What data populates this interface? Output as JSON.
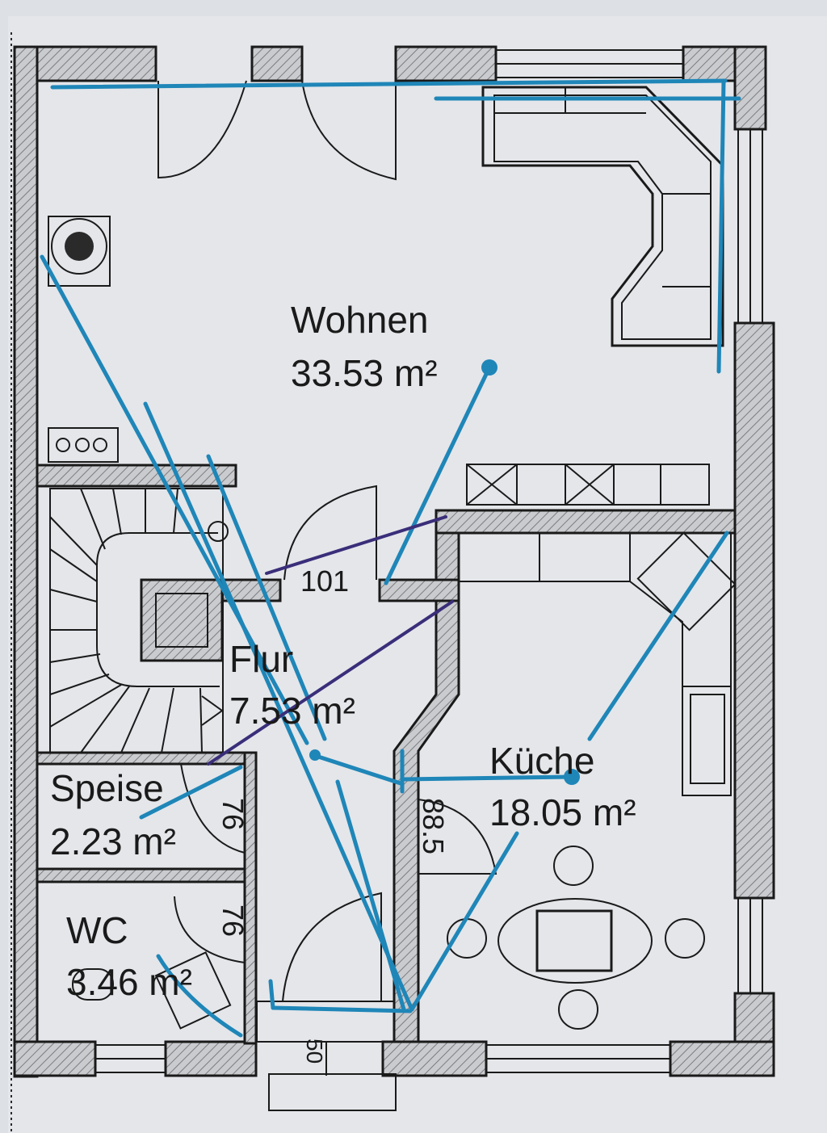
{
  "rooms": {
    "wohnen": {
      "name": "Wohnen",
      "area": "33.53 m²"
    },
    "flur": {
      "name": "Flur",
      "area": "7.53 m²"
    },
    "kueche": {
      "name": "Küche",
      "area": "18.05 m²"
    },
    "speise": {
      "name": "Speise",
      "area": "2.23 m²"
    },
    "wc": {
      "name": "WC",
      "area": "3.46 m²"
    }
  },
  "dimensions": {
    "door_flur": "101",
    "door_speise": "76",
    "door_wc": "76",
    "door_kueche": "88.5",
    "entry_step": "50"
  },
  "colors": {
    "paper": "#dde0e4",
    "wall_line": "#1a1a1a",
    "marker_blue": "#1f86b8",
    "marker_purple": "#3a2e7a"
  }
}
